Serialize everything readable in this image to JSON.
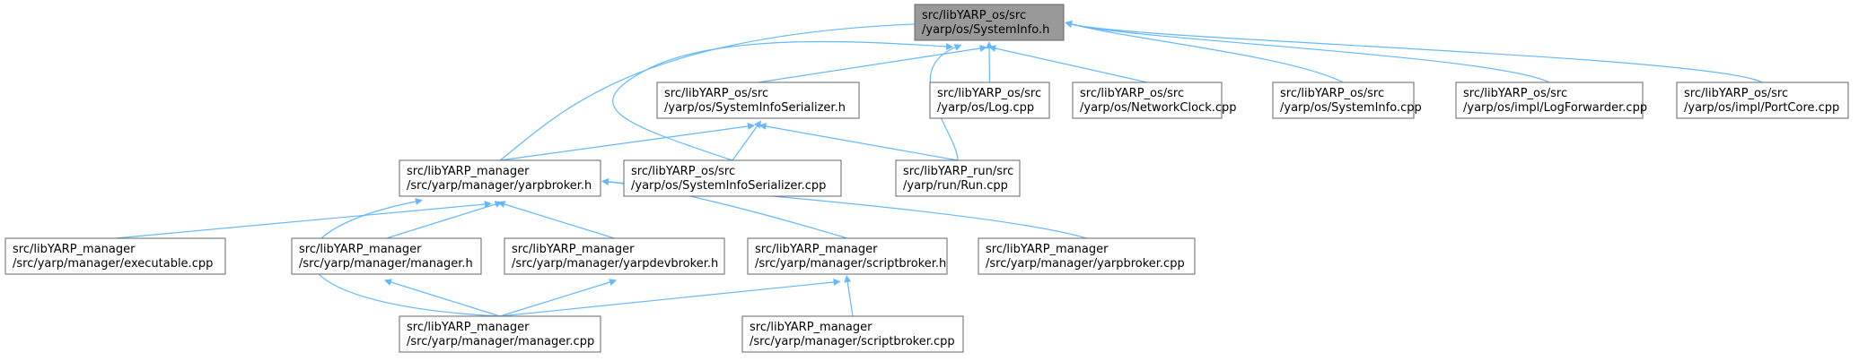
{
  "colors": {
    "root_fill": "#999999",
    "node_fill": "#ffffff",
    "node_stroke": "#666666",
    "edge": "#63b8ff"
  },
  "nodes": [
    {
      "id": "systeminfo_h",
      "lines": [
        "src/libYARP_os/src",
        "/yarp/os/SystemInfo.h"
      ],
      "root": true
    },
    {
      "id": "systeminfoserializer_h",
      "lines": [
        "src/libYARP_os/src",
        "/yarp/os/SystemInfoSerializer.h"
      ]
    },
    {
      "id": "log_cpp",
      "lines": [
        "src/libYARP_os/src",
        "/yarp/os/Log.cpp"
      ]
    },
    {
      "id": "networkclock_cpp",
      "lines": [
        "src/libYARP_os/src",
        "/yarp/os/NetworkClock.cpp"
      ]
    },
    {
      "id": "systeminfo_cpp",
      "lines": [
        "src/libYARP_os/src",
        "/yarp/os/SystemInfo.cpp"
      ]
    },
    {
      "id": "logforwarder_cpp",
      "lines": [
        "src/libYARP_os/src",
        "/yarp/os/impl/LogForwarder.cpp"
      ]
    },
    {
      "id": "portcore_cpp",
      "lines": [
        "src/libYARP_os/src",
        "/yarp/os/impl/PortCore.cpp"
      ]
    },
    {
      "id": "yarpbroker_h",
      "lines": [
        "src/libYARP_manager",
        "/src/yarp/manager/yarpbroker.h"
      ]
    },
    {
      "id": "systeminfoserializer_cpp",
      "lines": [
        "src/libYARP_os/src",
        "/yarp/os/SystemInfoSerializer.cpp"
      ]
    },
    {
      "id": "run_cpp",
      "lines": [
        "src/libYARP_run/src",
        "/yarp/run/Run.cpp"
      ]
    },
    {
      "id": "executable_cpp",
      "lines": [
        "src/libYARP_manager",
        "/src/yarp/manager/executable.cpp"
      ]
    },
    {
      "id": "manager_h",
      "lines": [
        "src/libYARP_manager",
        "/src/yarp/manager/manager.h"
      ]
    },
    {
      "id": "yarpdevbroker_h",
      "lines": [
        "src/libYARP_manager",
        "/src/yarp/manager/yarpdevbroker.h"
      ]
    },
    {
      "id": "scriptbroker_h",
      "lines": [
        "src/libYARP_manager",
        "/src/yarp/manager/scriptbroker.h"
      ]
    },
    {
      "id": "yarpbroker_cpp",
      "lines": [
        "src/libYARP_manager",
        "/src/yarp/manager/yarpbroker.cpp"
      ]
    },
    {
      "id": "manager_cpp",
      "lines": [
        "src/libYARP_manager",
        "/src/yarp/manager/manager.cpp"
      ]
    },
    {
      "id": "scriptbroker_cpp",
      "lines": [
        "src/libYARP_manager",
        "/src/yarp/manager/scriptbroker.cpp"
      ]
    }
  ],
  "edges": [
    {
      "from": "systeminfo_h",
      "to": "systeminfoserializer_h"
    },
    {
      "from": "systeminfo_h",
      "to": "log_cpp"
    },
    {
      "from": "systeminfo_h",
      "to": "networkclock_cpp"
    },
    {
      "from": "systeminfo_h",
      "to": "systeminfo_cpp"
    },
    {
      "from": "systeminfo_h",
      "to": "logforwarder_cpp"
    },
    {
      "from": "systeminfo_h",
      "to": "portcore_cpp"
    },
    {
      "from": "systeminfo_h",
      "to": "yarpbroker_h"
    },
    {
      "from": "systeminfo_h",
      "to": "systeminfoserializer_cpp"
    },
    {
      "from": "systeminfo_h",
      "to": "run_cpp"
    },
    {
      "from": "systeminfoserializer_h",
      "to": "yarpbroker_h"
    },
    {
      "from": "systeminfoserializer_h",
      "to": "systeminfoserializer_cpp"
    },
    {
      "from": "systeminfoserializer_h",
      "to": "run_cpp"
    },
    {
      "from": "yarpbroker_h",
      "to": "executable_cpp"
    },
    {
      "from": "yarpbroker_h",
      "to": "manager_h"
    },
    {
      "from": "yarpbroker_h",
      "to": "yarpdevbroker_h"
    },
    {
      "from": "yarpbroker_h",
      "to": "scriptbroker_h"
    },
    {
      "from": "yarpbroker_h",
      "to": "yarpbroker_cpp"
    },
    {
      "from": "yarpbroker_h",
      "to": "manager_cpp"
    },
    {
      "from": "manager_h",
      "to": "manager_cpp"
    },
    {
      "from": "yarpdevbroker_h",
      "to": "manager_cpp"
    },
    {
      "from": "scriptbroker_h",
      "to": "manager_cpp"
    },
    {
      "from": "scriptbroker_h",
      "to": "scriptbroker_cpp"
    }
  ]
}
